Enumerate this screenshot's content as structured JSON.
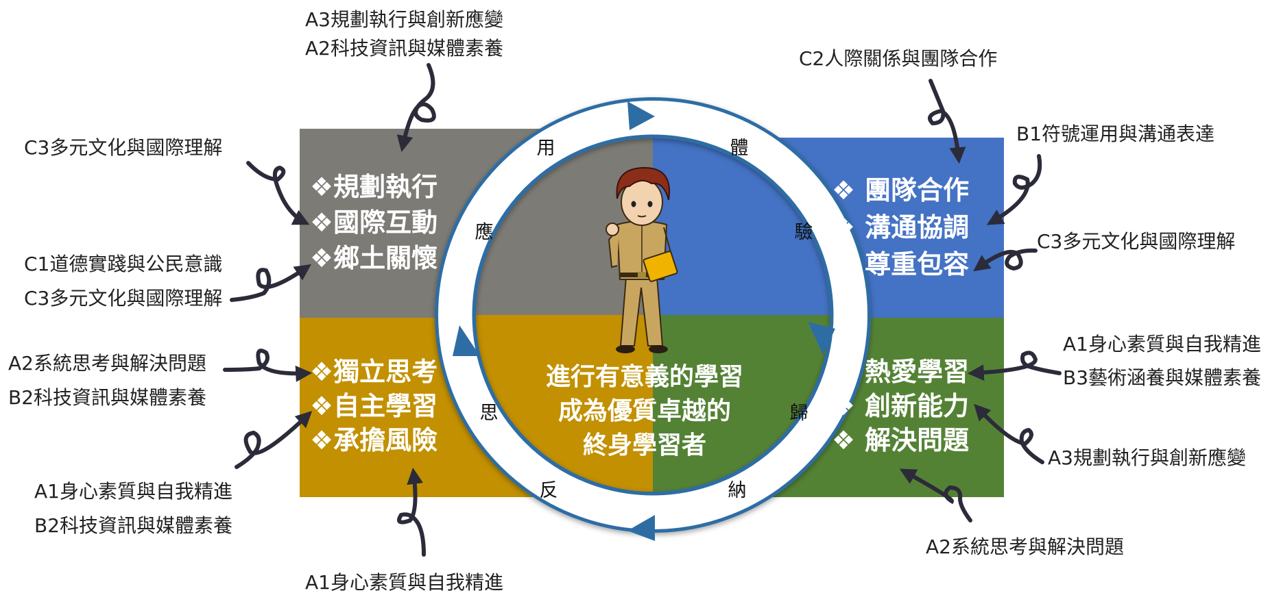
{
  "colors": {
    "gray": "#7d7b76",
    "blue": "#4472c4",
    "gold": "#c29000",
    "green": "#548235",
    "ring": "#2e6da4",
    "arrow": "#2b2b3a"
  },
  "quadrants": {
    "top_left": [
      "規劃執行",
      "國際互動",
      "鄉土關懷"
    ],
    "top_right": [
      "團隊合作",
      "溝通協調",
      "尊重包容"
    ],
    "bottom_left": [
      "獨立思考",
      "自主學習",
      "承擔風險"
    ],
    "bottom_right": [
      "熱愛學習",
      "創新能力",
      "解決問題"
    ]
  },
  "bullet": "❖",
  "center_text": [
    "進行有意義的學習",
    "成為優質卓越的",
    "終身學習者"
  ],
  "ring_labels": {
    "use": "用",
    "apply": "應",
    "experience": "體",
    "test": "驗",
    "reflect_1": "反",
    "reflect_2": "思",
    "induce_1": "歸",
    "induce_2": "納"
  },
  "competencies": {
    "top_a3": "A3規劃執行與創新應變",
    "top_a2": "A2科技資訊與媒體素養",
    "left_c3": "C3多元文化與國際理解",
    "left_c1": "C1道德實踐與公民意識",
    "left_c3b": "C3多元文化與國際理解",
    "left_a2": "A2系統思考與解決問題",
    "left_b2": "B2科技資訊與媒體素養",
    "left_a1": "A1身心素質與自我精進",
    "left_b2b": "B2科技資訊與媒體素養",
    "bottom_a1": "A1身心素質與自我精進",
    "top_c2": "C2人際關係與團隊合作",
    "right_b1": "B1符號運用與溝通表達",
    "right_c3": "C3多元文化與國際理解",
    "right_a1": "A1身心素質與自我精進",
    "right_b3": "B3藝術涵養與媒體素養",
    "right_a3": "A3規劃執行與創新應變",
    "bottom_a2": "A2系統思考與解決問題"
  }
}
